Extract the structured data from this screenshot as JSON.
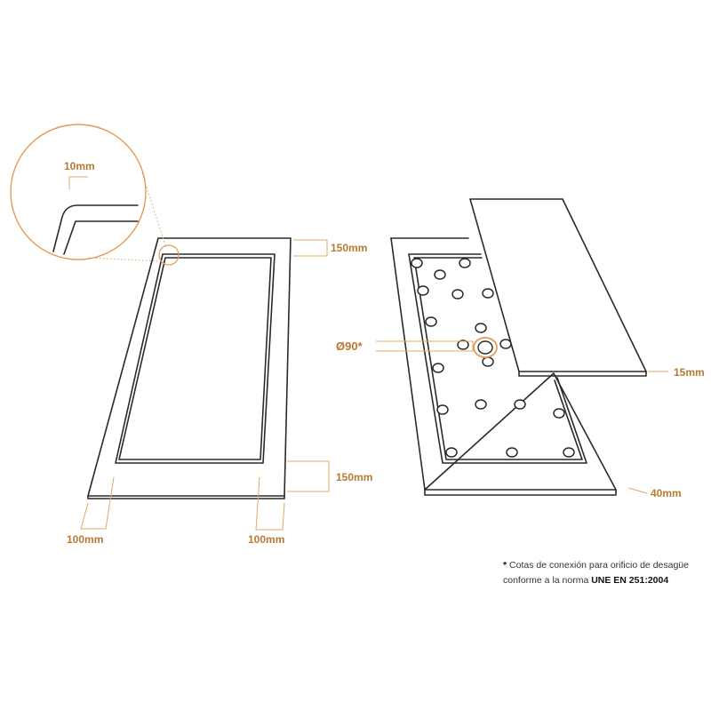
{
  "labels": {
    "corner_radius": "10mm",
    "top_border": "150mm",
    "bottom_border": "150mm",
    "left_side": "100mm",
    "right_side": "100mm",
    "drain_diameter": "Ø90*",
    "top_layer": "15mm",
    "base_thickness": "40mm"
  },
  "footnote": {
    "asterisk": "*",
    "text_line1": "Cotas de conexión para orificio de desagüe",
    "text_line2": "conforme a la norma",
    "standard": "UNE EN 251:2004"
  },
  "colors": {
    "accent": "#e39c58",
    "dimension_text": "#b87a33",
    "outline": "#2a2a2a"
  }
}
